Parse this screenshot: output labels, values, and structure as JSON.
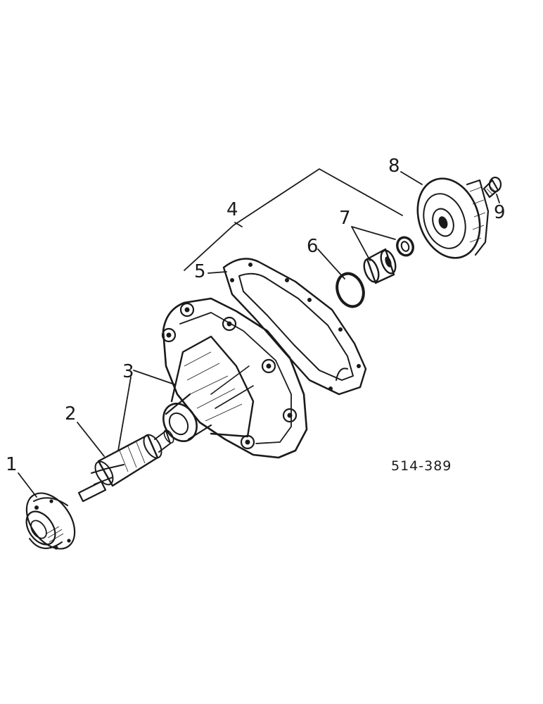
{
  "diagram": {
    "reference_number": "514-389",
    "callouts": [
      {
        "id": "part-1",
        "label": "1"
      },
      {
        "id": "part-2",
        "label": "2"
      },
      {
        "id": "part-3",
        "label": "3"
      },
      {
        "id": "part-4",
        "label": "4"
      },
      {
        "id": "part-5",
        "label": "5"
      },
      {
        "id": "part-6",
        "label": "6"
      },
      {
        "id": "part-7",
        "label": "7"
      },
      {
        "id": "part-8",
        "label": "8"
      },
      {
        "id": "part-9",
        "label": "9"
      }
    ]
  }
}
